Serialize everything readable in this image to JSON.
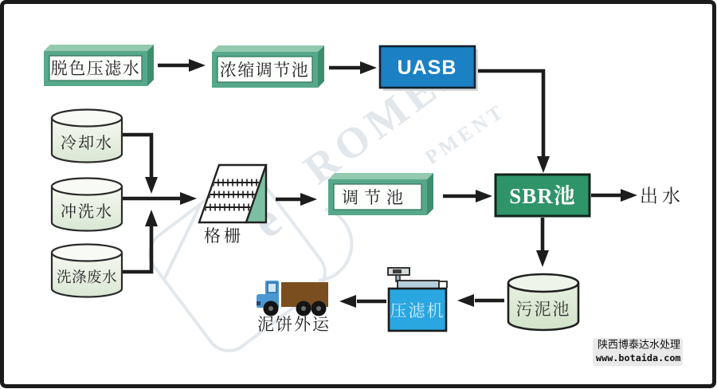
{
  "colors": {
    "ink": "#1d1d1d",
    "box_frame_green": "#57a88b",
    "box_top_green": "#92c9af",
    "box_side_green": "#3e8e6e",
    "box_panel_white": "#fdfffd",
    "uasb_blue": "#1b80c4",
    "sbr_green": "#2f9468",
    "filter_press_blue": "#2aa6e0",
    "filter_press_text": "#cdeaf8",
    "screen_side_green": "#7dbfa2",
    "truck_cab_blue": "#4a97d2",
    "truck_window_blue": "#cfe8f7",
    "truck_trailer_brown": "#7b4e1f",
    "watermark_gray": "#e2e7ec",
    "footer_bg": "#e9e9e9",
    "label_black": "#1f1f1f"
  },
  "nodes": {
    "decolor_filtrate": "脱色压滤水",
    "concentration_tank": "浓缩调节池",
    "uasb": "UASB",
    "sbr": "SBR池",
    "effluent": "出水",
    "cooling_water": "冷却水",
    "flushing_water": "冲洗水",
    "washing_wastewater": "洗涤废水",
    "screen": "格栅",
    "regulating_tank": "调节池",
    "sludge_tank": "污泥池",
    "filter_press": "压滤机",
    "sludge_cake_out": "泥饼外运"
  },
  "watermark": {
    "brand": "ROMER",
    "fragment": "PMENT",
    "glyph": "e"
  },
  "footer": {
    "company": "陕西博泰达水处理",
    "website": "www.botaida.com"
  }
}
